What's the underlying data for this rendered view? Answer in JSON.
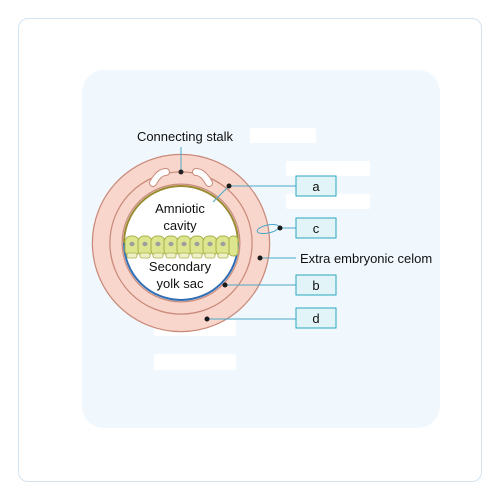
{
  "diagram": {
    "labels": {
      "connecting_stalk": "Connecting stalk",
      "amniotic_line1": "Amniotic",
      "amniotic_line2": "cavity",
      "yolk_line1": "Secondary",
      "yolk_line2": "yolk sac",
      "extra_embryonic": "Extra embryonic celom"
    },
    "callouts": {
      "a": "a",
      "b": "b",
      "c": "c",
      "d": "d"
    },
    "colors": {
      "panel": "#f1f8fd",
      "placeholder": "#ffffff",
      "ring_fill": "#f9d6cc",
      "ring_stroke": "#c98a7a",
      "amnion_stroke": "#9a8a30",
      "yolk_stroke": "#2e6db4",
      "disc_cell": "#dde58e",
      "disc_cell_stroke": "#a8b148",
      "nucleus": "#9e9e9e",
      "box_fill": "#e3f4f8",
      "box_stroke": "#2aa6c0",
      "leader": "#4aa8c7"
    }
  }
}
